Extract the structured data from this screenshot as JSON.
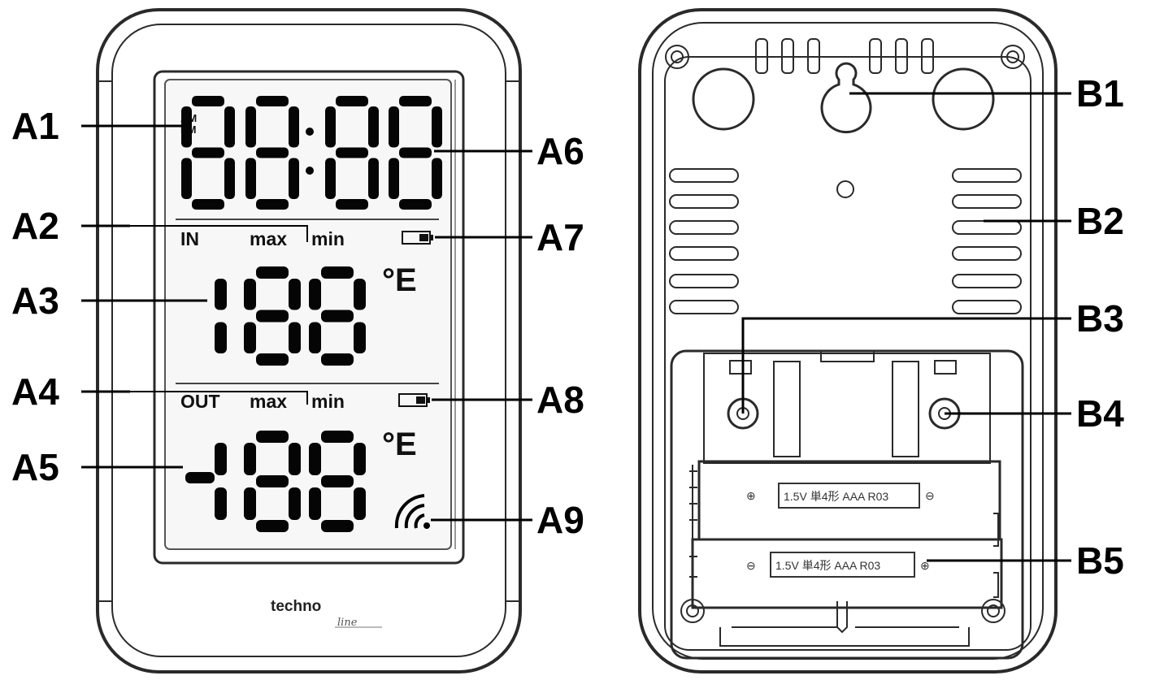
{
  "callouts": {
    "a1": "A1",
    "a2": "A2",
    "a3": "A3",
    "a4": "A4",
    "a5": "A5",
    "a6": "A6",
    "a7": "A7",
    "a8": "A8",
    "a9": "A9",
    "b1": "B1",
    "b2": "B2",
    "b3": "B3",
    "b4": "B4",
    "b5": "B5"
  },
  "lcd": {
    "am": "AM",
    "pm": "PM",
    "time_digits": "88:88",
    "indoor_label": "IN",
    "outdoor_label": "OUT",
    "max_label": "max",
    "min_label": "min",
    "indoor_temp_digits": "188",
    "outdoor_temp_digits": "-188",
    "unit_symbol": "°E"
  },
  "branding": {
    "name": "techno",
    "sub": "line"
  },
  "battery": {
    "top_label": "1.5V 単4形 AAA R03",
    "bottom_label": "1.5V 単4形 AAA R03",
    "plus": "⊕",
    "minus": "⊖"
  }
}
